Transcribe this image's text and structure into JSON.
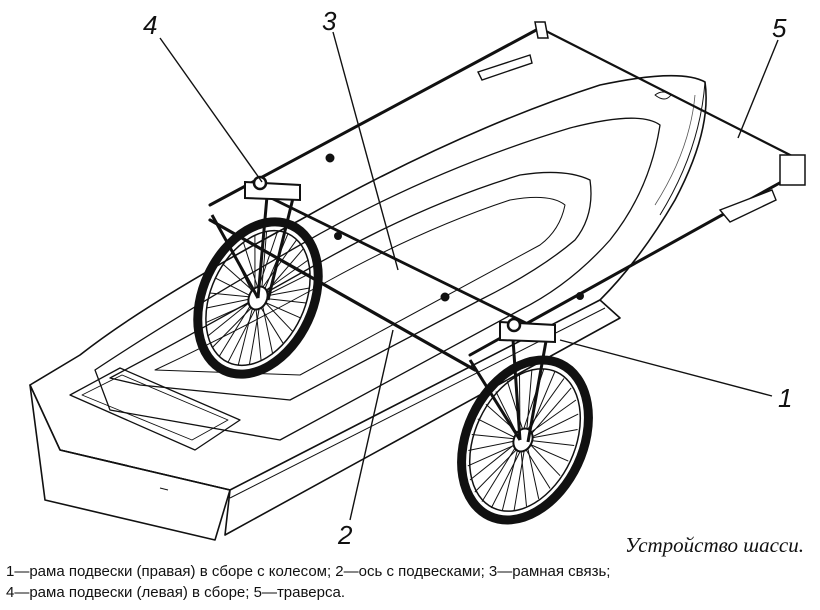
{
  "labels": [
    "4",
    "3",
    "5",
    "1",
    "2"
  ],
  "caption": "Устройство шасси.",
  "legend": [
    "1—рама подвески (правая) в сборе с колесом; 2—ось с подвесками; 3—рамная связь;",
    "4—рама подвески (левая) в сборе; 5—траверса."
  ]
}
